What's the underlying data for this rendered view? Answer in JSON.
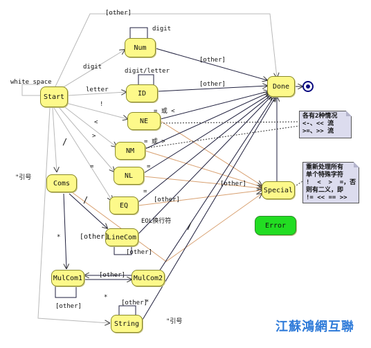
{
  "nodes": {
    "start": "Start",
    "num": "Num",
    "id": "ID",
    "done": "Done",
    "ne": "NE",
    "nm": "NM",
    "nl": "NL",
    "eq": "EQ",
    "coms": "Coms",
    "linecom": "LineCom",
    "special": "Special",
    "error": "Error",
    "mulcom1": "MulCom1",
    "mulcom2": "MulCom2",
    "string": "String"
  },
  "edge_labels": {
    "other_top": "[other]",
    "digit_loop": "digit",
    "digit": "digit",
    "num_other": "[other]",
    "white_space": "white space",
    "digit_letter": "digit/letter",
    "letter": "letter",
    "id_other": "[other]",
    "bang": "!",
    "eq_or_lt": "= 或 <",
    "lt": "<",
    "gt": ">",
    "eq_or_gt": "= 或 >",
    "slash_coms": "/",
    "eq_nl": "=",
    "eq_a": "=",
    "eq_b": "=",
    "quote_start": "\"引号",
    "other_special": "[other]",
    "eq_other": "[other]",
    "slash_linecom": "/",
    "eol": "EOL换行符",
    "slash_mid": "/",
    "star_coms": "*",
    "other_coms": "[other]",
    "linecom_other": "[other]",
    "mul_other_top": "[other]",
    "star_mul": "*",
    "mul1_other": "[other]",
    "string_other": "[other]",
    "star_string": "*",
    "quote_string": "\"引号"
  },
  "notes": {
    "note1": "各有2种情况\n<-、<< 流\n>=、>> 流",
    "note2": "重新处理所有\n单个特殊字符\n!  <  >  =，否\n则有二义，即\n!= << == >>"
  },
  "watermark": "江蘇鴻網互聯",
  "colors": {
    "state_fill": "#fdf98a",
    "error_fill": "#22dd22",
    "note_fill": "#dcdcee",
    "final_state": "#0a0a80",
    "edge_gray": "#b8b8b8",
    "edge_dark": "#1e1e3c",
    "edge_tan": "#d8a070",
    "watermark": "#2f7bd9"
  }
}
